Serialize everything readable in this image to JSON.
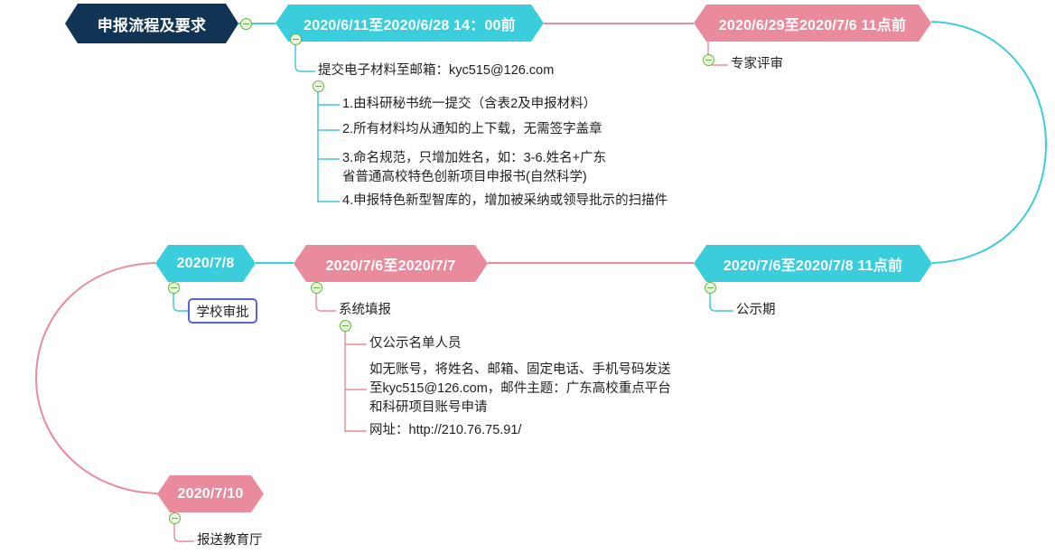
{
  "diagram": {
    "type": "mindmap-timeline",
    "title_node": {
      "label": "申报流程及要求",
      "color": "#113354"
    },
    "colors": {
      "cyan": "#3ACDDC",
      "pink": "#E98B9C",
      "navy": "#113354",
      "box_border": "#5566DD",
      "collapse": "#63B63B",
      "text": "#1f1f1f"
    },
    "nodes": [
      {
        "id": "n1",
        "label": "2020/6/11至2020/6/28 14：00前",
        "color": "cyan",
        "children": [
          {
            "text": "提交电子材料至邮箱：kyc515@126.com",
            "children": [
              {
                "text": "1.由科研秘书统一提交（含表2及申报材料）"
              },
              {
                "text": "2.所有材料均从通知的上下载，无需签字盖章"
              },
              {
                "text": "3.命名规范，只增加姓名，如：3-6.姓名+广东\n省普通高校特色创新项目申报书(自然科学)"
              },
              {
                "text": "4.申报特色新型智库的，增加被采纳或领导批示的扫描件"
              }
            ]
          }
        ]
      },
      {
        "id": "n2",
        "label": "2020/6/29至2020/7/6 11点前",
        "color": "pink",
        "children": [
          {
            "text": "专家评审"
          }
        ]
      },
      {
        "id": "n3",
        "label": "2020/7/6至2020/7/8 11点前",
        "color": "cyan",
        "children": [
          {
            "text": "公示期"
          }
        ]
      },
      {
        "id": "n4",
        "label": "2020/7/6至2020/7/7",
        "color": "pink",
        "children": [
          {
            "text": "系统填报",
            "children": [
              {
                "text": "仅公示名单人员"
              },
              {
                "text": "如无账号，将姓名、邮箱、固定电话、手机号码发送\n至kyc515@126.com，邮件主题：广东高校重点平台\n和科研项目账号申请"
              },
              {
                "text": "网址：http://210.76.75.91/"
              }
            ]
          }
        ]
      },
      {
        "id": "n5",
        "label": "2020/7/8",
        "color": "cyan",
        "children": [
          {
            "text": "学校审批",
            "boxed": true
          }
        ]
      },
      {
        "id": "n6",
        "label": "2020/7/10",
        "color": "pink",
        "children": [
          {
            "text": "报送教育厅"
          }
        ]
      }
    ]
  },
  "labels": {
    "title": "申报流程及要求",
    "n1": "2020/6/11至2020/6/28 14：00前",
    "n2": "2020/6/29至2020/7/6 11点前",
    "n3": "2020/7/6至2020/7/8 11点前",
    "n4": "2020/7/6至2020/7/7",
    "n5": "2020/7/8",
    "n6": "2020/7/10",
    "n1_c0": "提交电子材料至邮箱：kyc515@126.com",
    "n1_c0_0": "1.由科研秘书统一提交（含表2及申报材料）",
    "n1_c0_1": "2.所有材料均从通知的上下载，无需签字盖章",
    "n1_c0_2": "3.命名规范，只增加姓名，如：3-6.姓名+广东\n省普通高校特色创新项目申报书(自然科学)",
    "n1_c0_3": "4.申报特色新型智库的，增加被采纳或领导批示的扫描件",
    "n2_c0": "专家评审",
    "n3_c0": "公示期",
    "n4_c0": "系统填报",
    "n4_c0_0": "仅公示名单人员",
    "n4_c0_1": "如无账号，将姓名、邮箱、固定电话、手机号码发送\n至kyc515@126.com，邮件主题：广东高校重点平台\n和科研项目账号申请",
    "n4_c0_2": "网址：http://210.76.75.91/",
    "n5_c0": "学校审批",
    "n6_c0": "报送教育厅"
  }
}
